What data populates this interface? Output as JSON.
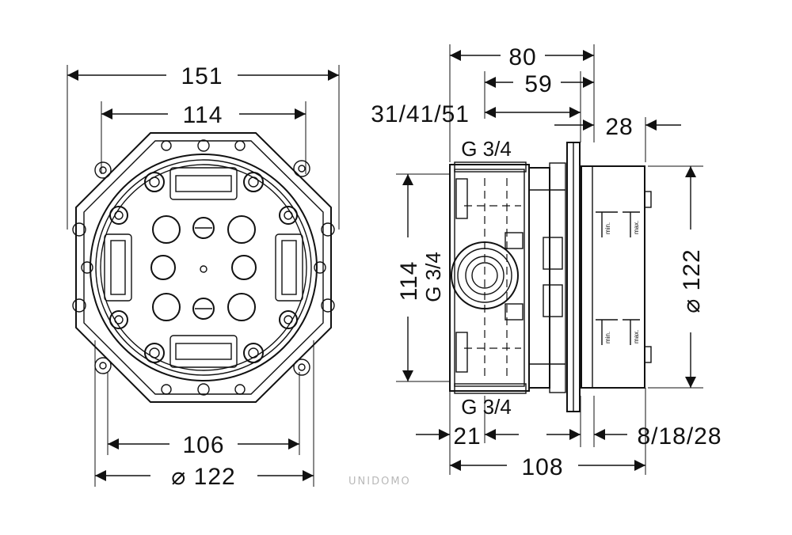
{
  "left_view": {
    "dims": {
      "overall_width": "151",
      "frame_width": "114",
      "mount_width": "106",
      "ring_diameter": "⌀ 122"
    }
  },
  "right_view": {
    "dims": {
      "depth_total": "80",
      "depth_body": "59",
      "depth_variants": "31/41/51",
      "cover": "28",
      "body_height": "114",
      "side_thread": "G 3/4",
      "top_thread": "G 3/4",
      "bottom_thread": "G 3/4",
      "cap_diameter": "⌀ 122",
      "base_offset": "21",
      "cap_variants": "8/18/28",
      "overall_depth": "108"
    },
    "marks": {
      "min": "min.",
      "max": "max."
    }
  },
  "watermark": "UNIDOMO",
  "colors": {
    "line": "#111111",
    "background": "#ffffff",
    "watermark": "#b9b9b9"
  }
}
